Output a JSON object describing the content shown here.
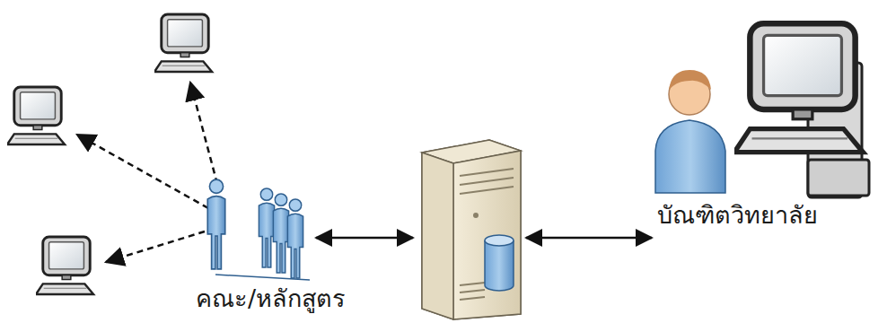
{
  "diagram": {
    "nodes": [
      {
        "text": [
          "คณะ/หลักสูตร"
        ]
      },
      {
        "text": []
      },
      {
        "text": [
          "บัณฑิตวิทยาลัย"
        ]
      }
    ],
    "edges": [
      {
        "from": 0,
        "to": 1,
        "arrow": "both"
      },
      {
        "from": 1,
        "to": 2,
        "arrow": "both"
      }
    ]
  }
}
